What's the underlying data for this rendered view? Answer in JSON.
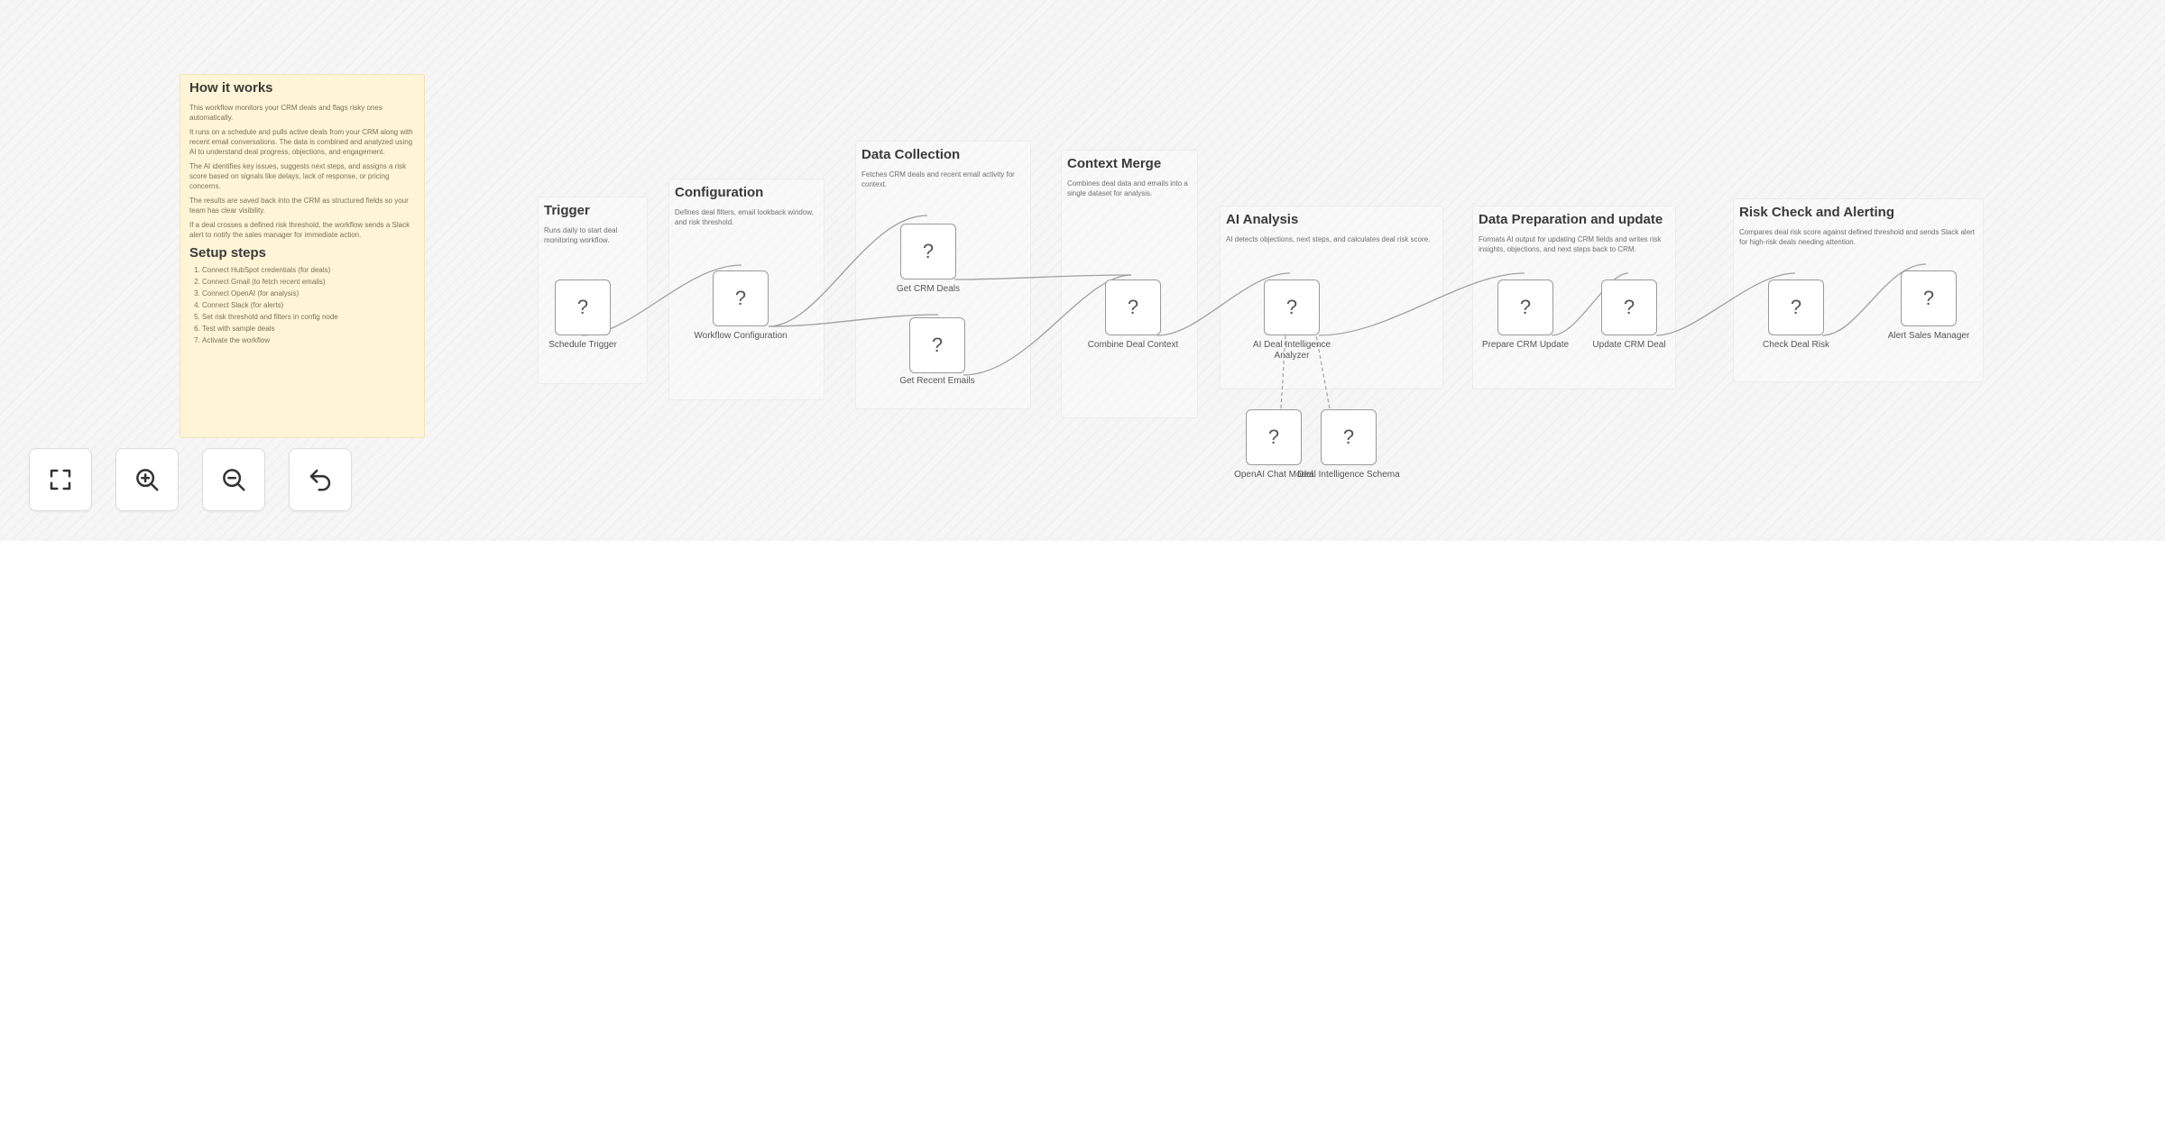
{
  "note": {
    "title": "How it works",
    "paragraphs": [
      "This workflow monitors your CRM deals and flags risky ones automatically.",
      "It runs on a schedule and pulls active deals from your CRM along with recent email conversations. The data is combined and analyzed using AI to understand deal progress, objections, and engagement.",
      "The AI identifies key issues, suggests next steps, and assigns a risk score based on signals like delays, lack of response, or pricing concerns.",
      "The results are saved back into the CRM as structured fields so your team has clear visibility.",
      "If a deal crosses a defined risk threshold, the workflow sends a Slack alert to notify the sales manager for immediate action."
    ],
    "setup_title": "Setup steps",
    "steps": [
      "Connect HubSpot credentials (for deals)",
      "Connect Gmail (to fetch recent emails)",
      "Connect OpenAI (for analysis)",
      "Connect Slack (for alerts)",
      "Set risk threshold and filters in config node",
      "Test with sample deals",
      "Activate the workflow"
    ]
  },
  "groups": [
    {
      "title": "Trigger",
      "desc": "Runs daily to start deal monitoring workflow."
    },
    {
      "title": "Configuration",
      "desc": "Defines deal filters, email lookback window, and risk threshold."
    },
    {
      "title": "Data Collection",
      "desc": "Fetches CRM deals and recent email activity for context."
    },
    {
      "title": "Context Merge",
      "desc": "Combines deal data and emails into a single dataset for analysis."
    },
    {
      "title": "AI Analysis",
      "desc": "AI detects objections, next steps, and calculates deal risk score."
    },
    {
      "title": "Data Preparation and update",
      "desc": "Formats AI output for updating CRM fields and writes risk insights, objections, and next steps back to CRM."
    },
    {
      "title": "Risk Check and Alerting",
      "desc": "Compares deal risk score against defined threshold and sends Slack alert for high-risk deals needing attention."
    }
  ],
  "node_icon": "?",
  "nodes": [
    {
      "id": "schedule",
      "label": "Schedule Trigger",
      "icon": "unknown-node-icon"
    },
    {
      "id": "config",
      "label": "Workflow Configuration",
      "icon": "unknown-node-icon"
    },
    {
      "id": "crm",
      "label": "Get CRM Deals",
      "icon": "unknown-node-icon"
    },
    {
      "id": "emails",
      "label": "Get Recent Emails",
      "icon": "unknown-node-icon"
    },
    {
      "id": "combine",
      "label": "Combine Deal Context",
      "icon": "unknown-node-icon"
    },
    {
      "id": "ai",
      "label": "AI Deal Intelligence Analyzer",
      "icon": "unknown-node-icon"
    },
    {
      "id": "openai",
      "label": "OpenAI Chat Model",
      "icon": "unknown-node-icon"
    },
    {
      "id": "schema",
      "label": "Deal Intelligence Schema",
      "icon": "unknown-node-icon"
    },
    {
      "id": "prepare",
      "label": "Prepare CRM Update",
      "icon": "unknown-node-icon"
    },
    {
      "id": "update",
      "label": "Update CRM Deal",
      "icon": "unknown-node-icon"
    },
    {
      "id": "check",
      "label": "Check Deal Risk",
      "icon": "unknown-node-icon"
    },
    {
      "id": "alert",
      "label": "Alert Sales Manager",
      "icon": "unknown-node-icon"
    }
  ],
  "controls": [
    {
      "id": "fit",
      "icon": "fullscreen-icon"
    },
    {
      "id": "zoom_in",
      "icon": "zoom-in-icon"
    },
    {
      "id": "zoom_out",
      "icon": "zoom-out-icon"
    },
    {
      "id": "reset",
      "icon": "undo-icon"
    }
  ]
}
